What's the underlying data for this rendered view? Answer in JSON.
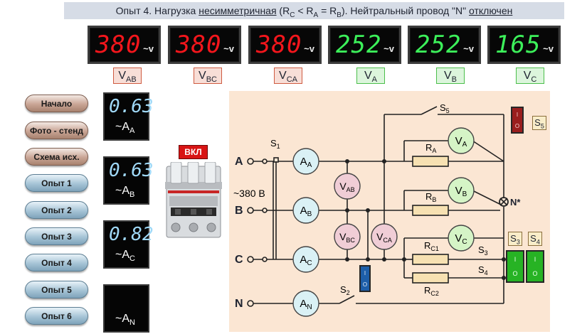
{
  "title": {
    "prefix": "Опыт 4.  Нагрузка ",
    "underlined_word": "несимметричная",
    "formula_open": " (R",
    "sub_c": "C",
    "lt": " < R",
    "sub_a": "A",
    "eq": " = R",
    "sub_b": "B",
    "formula_close": "). Нейтральный провод \"N\" ",
    "status": "отключен"
  },
  "voltmeters": [
    {
      "value": "380",
      "unit": "~v",
      "label_main": "V",
      "label_sub": "AB",
      "color": "red"
    },
    {
      "value": "380",
      "unit": "~v",
      "label_main": "V",
      "label_sub": "BC",
      "color": "red"
    },
    {
      "value": "380",
      "unit": "~v",
      "label_main": "V",
      "label_sub": "CA",
      "color": "red"
    },
    {
      "value": "252",
      "unit": "~v",
      "label_main": "V",
      "label_sub": "A",
      "color": "green"
    },
    {
      "value": "252",
      "unit": "~v",
      "label_main": "V",
      "label_sub": "B",
      "color": "green"
    },
    {
      "value": "165",
      "unit": "~v",
      "label_main": "V",
      "label_sub": "C",
      "color": "green"
    }
  ],
  "colors": {
    "voltmeter_red": "#f4161c",
    "voltmeter_green": "#3cf05a",
    "ammeter_digits": "#9fd8f7",
    "schematic_bg": "#fbe6d3",
    "button_vkl": "#d81414"
  },
  "nav": [
    {
      "label": "Начало",
      "style": "brown"
    },
    {
      "label": "Фото - стенд",
      "style": "brown"
    },
    {
      "label": "Схема исх.",
      "style": "brown"
    },
    {
      "label": "Опыт 1",
      "style": "blue"
    },
    {
      "label": "Опыт 2",
      "style": "blue"
    },
    {
      "label": "Опыт 3",
      "style": "blue"
    },
    {
      "label": "Опыт 4",
      "style": "blue"
    },
    {
      "label": "Опыт 5",
      "style": "blue"
    },
    {
      "label": "Опыт 6",
      "style": "blue"
    }
  ],
  "ammeters": [
    {
      "value": "0.63",
      "unit": "~A",
      "sub": "A"
    },
    {
      "value": "0.63",
      "unit": "~A",
      "sub": "B"
    },
    {
      "value": "0.82",
      "unit": "~A",
      "sub": "C"
    },
    {
      "value": "",
      "unit": "~A",
      "sub": "N"
    }
  ],
  "vkl_button": "ВКЛ",
  "schematic": {
    "phase_a": "A",
    "phase_b": "B",
    "phase_c": "C",
    "neutral": "N",
    "supply": "~380 В",
    "switch_s1": "S",
    "switch_s1_sub": "1",
    "switch_s2": "S",
    "switch_s2_sub": "2",
    "switch_s3": "S",
    "switch_s3_sub": "3",
    "switch_s4": "S",
    "switch_s4_sub": "4",
    "switch_s5": "S",
    "switch_s5_sub": "5",
    "neutral_point": "N*",
    "meter_a": "A",
    "meter_a_sub": "A",
    "meter_b": "A",
    "meter_b_sub": "B",
    "meter_c": "A",
    "meter_c_sub": "C",
    "meter_n": "A",
    "meter_n_sub": "N",
    "meter_vab": "V",
    "meter_vab_sub": "AB",
    "meter_vbc": "V",
    "meter_vbc_sub": "BC",
    "meter_vca": "V",
    "meter_vca_sub": "CA",
    "meter_va": "V",
    "meter_va_sub": "A",
    "meter_vb": "V",
    "meter_vb_sub": "B",
    "meter_vc": "V",
    "meter_vc_sub": "C",
    "res_a": "R",
    "res_a_sub": "A",
    "res_b": "R",
    "res_b_sub": "B",
    "res_c1": "R",
    "res_c1_sub": "C1",
    "res_c2": "R",
    "res_c2_sub": "C2",
    "toggle_s5_tag": "S",
    "toggle_s5_tag_sub": "5",
    "toggle_s3_tag": "S",
    "toggle_s3_tag_sub": "3",
    "toggle_s4_tag": "S",
    "toggle_s4_tag_sub": "4",
    "toggle_on": "I",
    "toggle_off": "O"
  }
}
